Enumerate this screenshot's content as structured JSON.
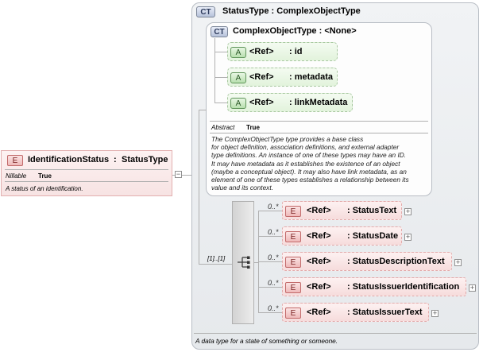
{
  "left_element": {
    "badge": "E",
    "name": "IdentificationStatus",
    "type_sep": ":",
    "type": "StatusType",
    "prop_label": "Nillable",
    "prop_value": "True",
    "description": "A status of an identification."
  },
  "status_type": {
    "badge": "CT",
    "title": "StatusType : ComplexObjectType",
    "description": "A data type for a state of something or someone."
  },
  "complex_object_type": {
    "badge": "CT",
    "title": "ComplexObjectType : <None>",
    "attributes": [
      {
        "badge": "A",
        "ref": "<Ref>",
        "name": ": id"
      },
      {
        "badge": "A",
        "ref": "<Ref>",
        "name": ": metadata"
      },
      {
        "badge": "A",
        "ref": "<Ref>",
        "name": ": linkMetadata"
      }
    ],
    "prop_label": "Abstract",
    "prop_value": "True",
    "description_lines": [
      "The ComplexObjectType type provides a base class",
      "for object definition, association definitions, and external adapter",
      "type definitions. An instance of one of these types may have an ID.",
      "It may have metadata as it establishes the existence of an object",
      "(maybe a conceptual object). It may also have link metadata, as an",
      "element of one of these types establishes a relationship between its",
      "value and its context."
    ]
  },
  "sequence": {
    "multiplicity": "[1]..[1]",
    "elements": [
      {
        "occurs": "0..*",
        "badge": "E",
        "ref": "<Ref>",
        "name": ": StatusText",
        "expand": "+"
      },
      {
        "occurs": "0..*",
        "badge": "E",
        "ref": "<Ref>",
        "name": ": StatusDate",
        "expand": "+"
      },
      {
        "occurs": "0..*",
        "badge": "E",
        "ref": "<Ref>",
        "name": ": StatusDescriptionText",
        "expand": "+"
      },
      {
        "occurs": "0..*",
        "badge": "E",
        "ref": "<Ref>",
        "name": ": StatusIssuerIdentification",
        "expand": "+"
      },
      {
        "occurs": "0..*",
        "badge": "E",
        "ref": "<Ref>",
        "name": ": StatusIssuerText",
        "expand": "+"
      }
    ]
  },
  "collapse_marker": "−"
}
